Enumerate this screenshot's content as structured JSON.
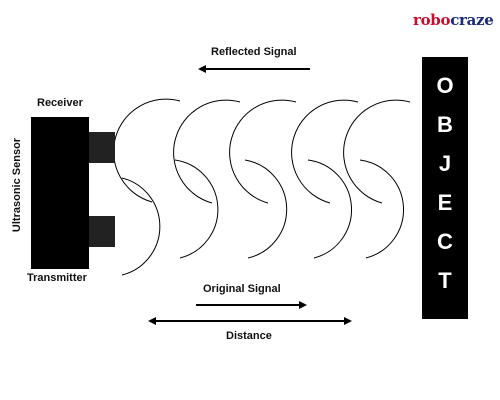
{
  "logo": {
    "part1": "robo",
    "part2": "craze"
  },
  "labels": {
    "receiver": "Receiver",
    "transmitter": "Transmitter",
    "sensor": "Ultrasonic Sensor",
    "reflected": "Reflected Signal",
    "original": "Original Signal",
    "distance": "Distance"
  },
  "object_letters": [
    "O",
    "B",
    "J",
    "E",
    "C",
    "T"
  ],
  "colors": {
    "brand_red": "#c8102e",
    "brand_blue": "#1b2a7a",
    "ink": "#000000"
  }
}
